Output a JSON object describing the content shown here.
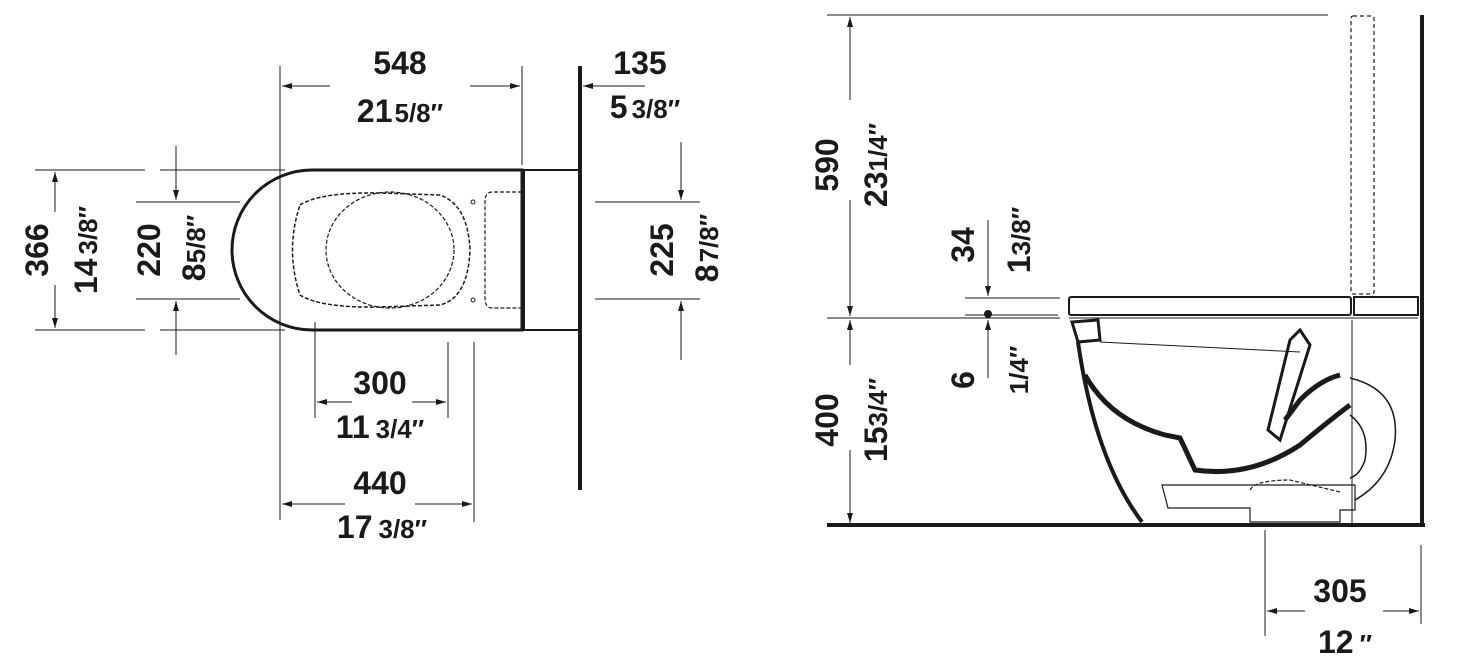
{
  "drawing": {
    "subject": "floor-standing toilet dimension drawing",
    "units": [
      "mm",
      "inch"
    ],
    "line_color": "#1a1a1a",
    "background": "#ffffff"
  },
  "top_view": {
    "overall_length": {
      "mm": "548",
      "in_whole": "21",
      "in_frac": "5/8″"
    },
    "tank_depth": {
      "mm": "135",
      "in_whole": "5",
      "in_frac": "3/8″"
    },
    "overall_width": {
      "mm": "366",
      "in_whole": "14",
      "in_frac": "3/8″"
    },
    "seat_fixing_width": {
      "mm": "220",
      "in_whole": "8",
      "in_frac": "5/8″"
    },
    "tank_fixing_width": {
      "mm": "225",
      "in_whole": "8",
      "in_frac": "7/8″"
    },
    "bowl_opening": {
      "mm": "300",
      "in_whole": "11",
      "in_frac": "3/4″"
    },
    "fixing_distance": {
      "mm": "440",
      "in_whole": "17",
      "in_frac": "3/8″"
    }
  },
  "side_view": {
    "tank_height": {
      "mm": "590",
      "in_whole": "23",
      "in_frac": "1/4″"
    },
    "seat_lid_thickness": {
      "mm": "34",
      "in_whole": "1",
      "in_frac": "3/8″"
    },
    "seat_gap": {
      "mm": "6",
      "in_frac": "1/4″"
    },
    "bowl_height": {
      "mm": "400",
      "in_whole": "15",
      "in_frac": "3/4″"
    },
    "rough_in": {
      "mm": "305",
      "in_whole": "12",
      "in_frac": "″"
    }
  }
}
